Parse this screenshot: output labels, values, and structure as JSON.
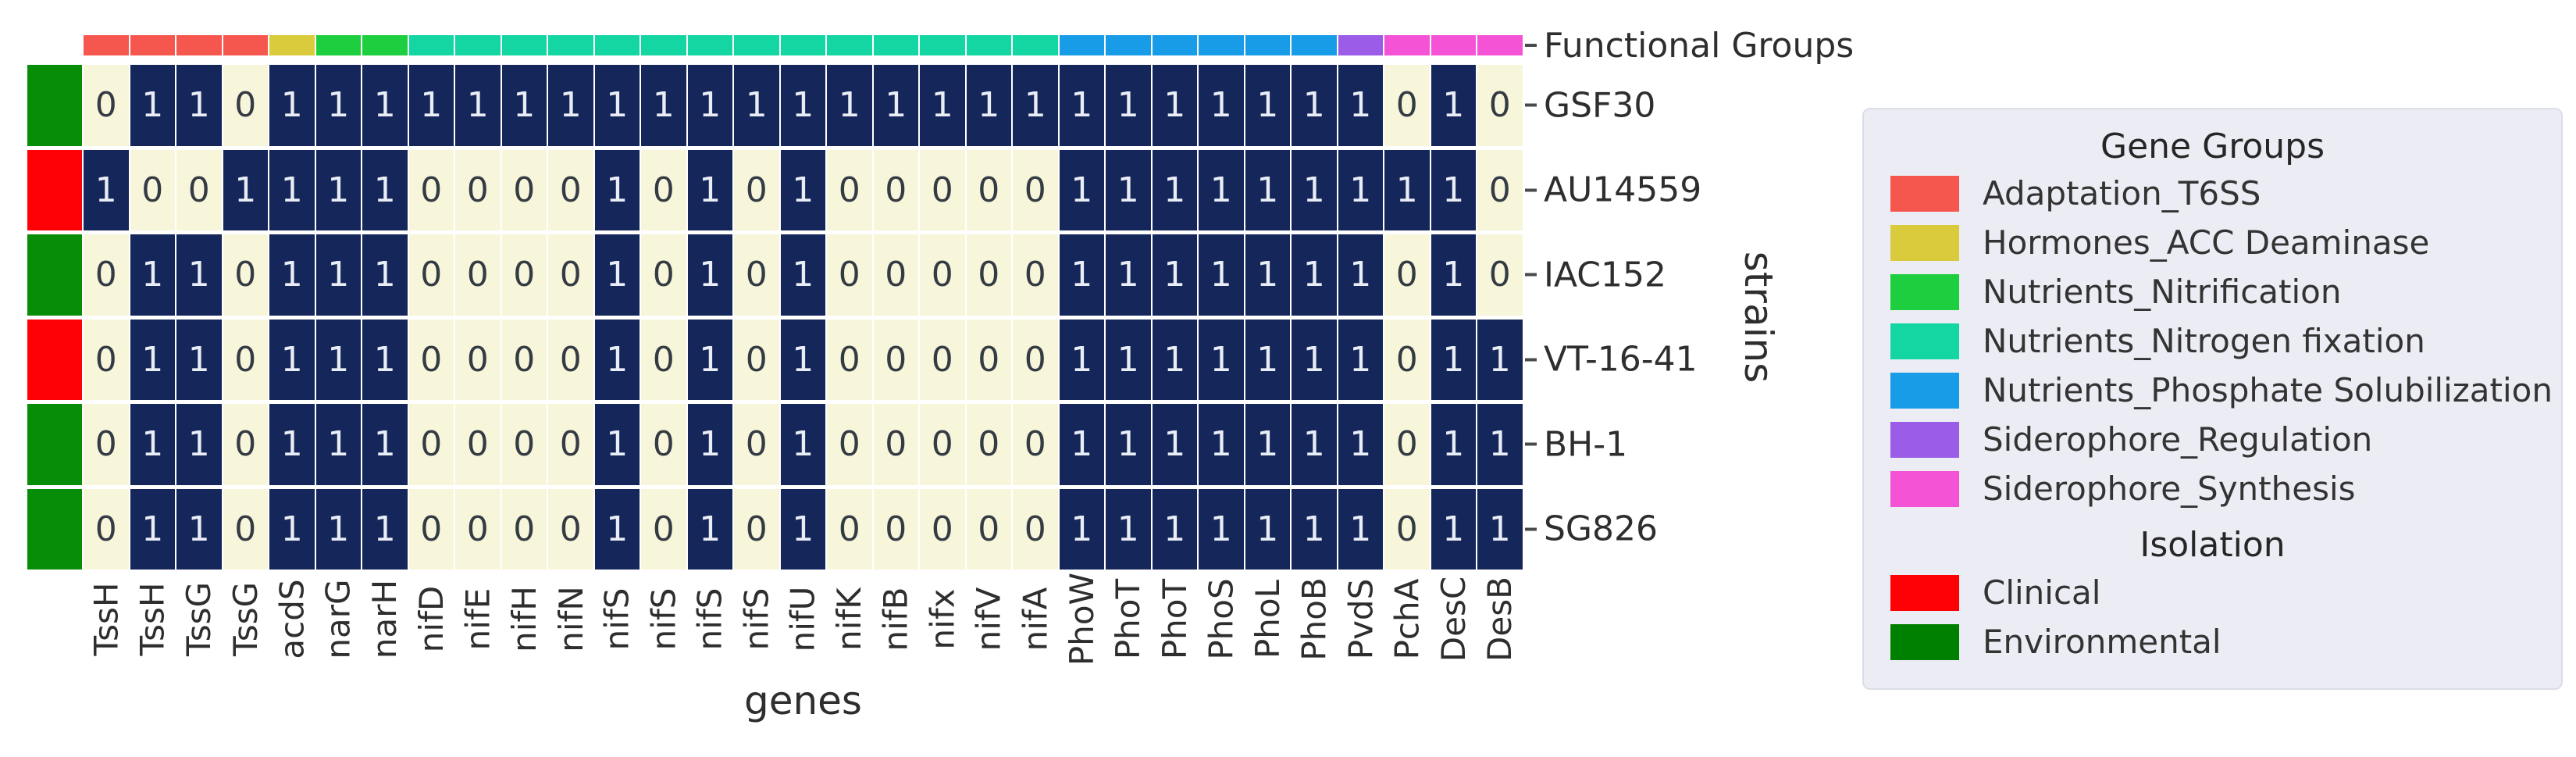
{
  "labels": {
    "functional_groups": "Functional Groups",
    "genes_axis": "genes",
    "strains_axis": "strains"
  },
  "colors": {
    "present_cell": "#15265B",
    "absent_cell": "#F8F6DA",
    "clinical": "#FE0104",
    "environmental": "#078D07",
    "legend_background": "#ECEDF4"
  },
  "gene_groups": [
    {
      "name": "Adaptation_T6SS",
      "color": "#F5574F"
    },
    {
      "name": "Hormones_ACC Deaminase",
      "color": "#D9CB3C"
    },
    {
      "name": "Nutrients_Nitrification",
      "color": "#1DCE3E"
    },
    {
      "name": "Nutrients_Nitrogen fixation",
      "color": "#14D6A3"
    },
    {
      "name": "Nutrients_Phosphate Solubilization",
      "color": "#189CE8"
    },
    {
      "name": "Siderophore_Regulation",
      "color": "#9B5CE8"
    },
    {
      "name": "Siderophore_Synthesis",
      "color": "#F453D5"
    }
  ],
  "legend": {
    "gene_groups_title": "Gene Groups",
    "isolation_title": "Isolation",
    "isolation_entries": [
      {
        "name": "Clinical",
        "color": "#FE0104"
      },
      {
        "name": "Environmental",
        "color": "#008000"
      }
    ]
  },
  "chart_data": {
    "type": "heatmap",
    "title": "",
    "xlabel": "genes",
    "ylabel": "strains",
    "value_encoding": {
      "1": "gene present (dark navy)",
      "0": "gene absent (cream)"
    },
    "genes": [
      "TssH",
      "TssH",
      "TssG",
      "TssG",
      "acdS",
      "narG",
      "narH",
      "nifD",
      "nifE",
      "nifH",
      "nifN",
      "nifS",
      "nifS",
      "nifS",
      "nifS",
      "nifU",
      "nifK",
      "nifB",
      "nifx",
      "nifV",
      "nifA",
      "PhoW",
      "PhoT",
      "PhoT",
      "PhoS",
      "PhoL",
      "PhoB",
      "PvdS",
      "PchA",
      "DesC",
      "DesB"
    ],
    "gene_group_index": [
      0,
      0,
      0,
      0,
      1,
      2,
      2,
      3,
      3,
      3,
      3,
      3,
      3,
      3,
      3,
      3,
      3,
      3,
      3,
      3,
      3,
      4,
      4,
      4,
      4,
      4,
      4,
      5,
      6,
      6,
      6
    ],
    "strains": [
      {
        "name": "GSF30",
        "isolation": "Environmental",
        "values": [
          0,
          1,
          1,
          0,
          1,
          1,
          1,
          1,
          1,
          1,
          1,
          1,
          1,
          1,
          1,
          1,
          1,
          1,
          1,
          1,
          1,
          1,
          1,
          1,
          1,
          1,
          1,
          1,
          0,
          1,
          0
        ]
      },
      {
        "name": "AU14559",
        "isolation": "Clinical",
        "values": [
          1,
          0,
          0,
          1,
          1,
          1,
          1,
          0,
          0,
          0,
          0,
          1,
          0,
          1,
          0,
          1,
          0,
          0,
          0,
          0,
          0,
          1,
          1,
          1,
          1,
          1,
          1,
          1,
          1,
          1,
          0
        ]
      },
      {
        "name": "IAC152",
        "isolation": "Environmental",
        "values": [
          0,
          1,
          1,
          0,
          1,
          1,
          1,
          0,
          0,
          0,
          0,
          1,
          0,
          1,
          0,
          1,
          0,
          0,
          0,
          0,
          0,
          1,
          1,
          1,
          1,
          1,
          1,
          1,
          0,
          1,
          0
        ]
      },
      {
        "name": "VT-16-41",
        "isolation": "Clinical",
        "values": [
          0,
          1,
          1,
          0,
          1,
          1,
          1,
          0,
          0,
          0,
          0,
          1,
          0,
          1,
          0,
          1,
          0,
          0,
          0,
          0,
          0,
          1,
          1,
          1,
          1,
          1,
          1,
          1,
          0,
          1,
          1
        ]
      },
      {
        "name": "BH-1",
        "isolation": "Environmental",
        "values": [
          0,
          1,
          1,
          0,
          1,
          1,
          1,
          0,
          0,
          0,
          0,
          1,
          0,
          1,
          0,
          1,
          0,
          0,
          0,
          0,
          0,
          1,
          1,
          1,
          1,
          1,
          1,
          1,
          0,
          1,
          1
        ]
      },
      {
        "name": "SG826",
        "isolation": "Environmental",
        "values": [
          0,
          1,
          1,
          0,
          1,
          1,
          1,
          0,
          0,
          0,
          0,
          1,
          0,
          1,
          0,
          1,
          0,
          0,
          0,
          0,
          0,
          1,
          1,
          1,
          1,
          1,
          1,
          1,
          0,
          1,
          1
        ]
      }
    ]
  }
}
